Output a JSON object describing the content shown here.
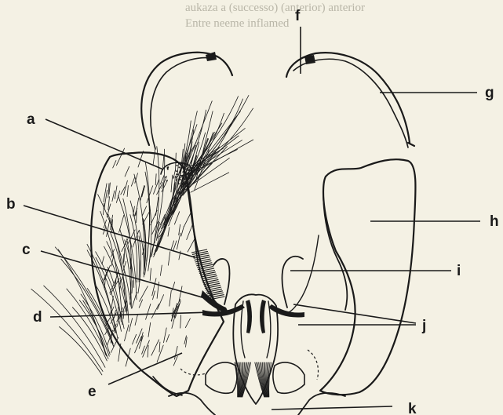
{
  "figure": {
    "bleed_lines": [
      "aukaza a (successo) (anterior) anterior",
      "Entre neeme inflamed",
      "",
      "",
      ""
    ],
    "labels": {
      "a": "a",
      "b": "b",
      "c": "c",
      "d": "d",
      "e": "e",
      "f": "f",
      "g": "g",
      "h": "h",
      "i": "i",
      "j": "j",
      "k": "k"
    },
    "colors": {
      "paper": "#f4f1e4",
      "ink": "#1a1a1a",
      "bleed_text": "#b9b6a8"
    }
  }
}
